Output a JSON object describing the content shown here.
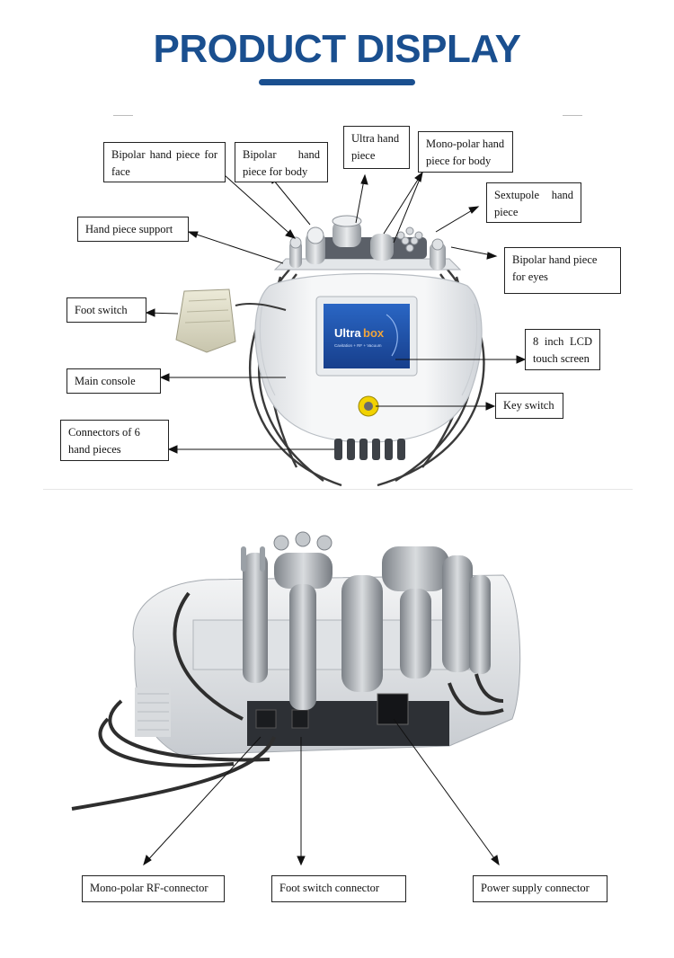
{
  "page": {
    "title": "PRODUCT DISPLAY"
  },
  "top_figure": {
    "labels": {
      "bipolar_face": "Bipolar hand piece for face",
      "bipolar_body": "Bipolar hand piece for body",
      "ultra": "Ultra hand piece",
      "mono_body": "Mono-polar hand piece for body",
      "sextupole": "Sextupole hand piece",
      "bipolar_eyes": "Bipolar hand piece for eyes",
      "hand_piece_support": "Hand piece support",
      "foot_switch": "Foot switch",
      "main_console": "Main console",
      "lcd": "8 inch LCD touch screen",
      "key_switch": "Key switch",
      "connectors": "Connectors of 6 hand pieces"
    },
    "screen": {
      "brand_a": "Ultra",
      "brand_b": "box",
      "tagline": "Cavitation + RF + Vacuum"
    }
  },
  "bottom_figure": {
    "labels": {
      "mono_rf": "Mono-polar RF-connector",
      "foot_switch_connector": "Foot switch connector",
      "power_supply": "Power supply connector"
    }
  },
  "colors": {
    "accent": "#1a4f8f",
    "screen_blue": "#1f55b0",
    "key_yellow": "#f2d200"
  }
}
